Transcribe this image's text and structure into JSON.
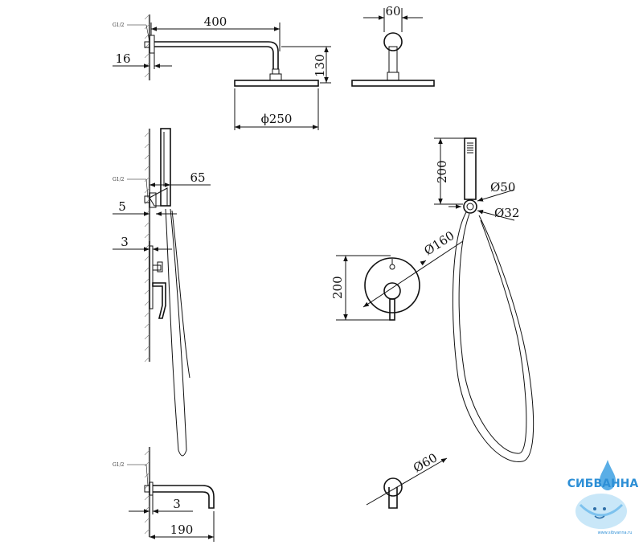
{
  "dimensions": {
    "arm_length": "400",
    "arm_height": "130",
    "wall_offset_top": "16",
    "head_diameter": "ϕ250",
    "side_width": "60",
    "holder_height": "200",
    "holder_d1": "Ø50",
    "holder_d2": "Ø32",
    "bracket_depth": "65",
    "bracket_wall": "5",
    "plate_thickness": "3",
    "mixer_height": "200",
    "mixer_diameter": "Ø160",
    "spout_thickness": "3",
    "spout_length": "190",
    "outlet_diameter": "Ø60"
  },
  "thread_labels": {
    "top": "G1/2",
    "middle": "G1/2",
    "bottom": "G1/2"
  },
  "logo": {
    "name": "СИБВАННА",
    "url": "www.sibvanna.ru",
    "colors": {
      "primary": "#2d8fd6",
      "light": "#bfe3f7"
    }
  }
}
